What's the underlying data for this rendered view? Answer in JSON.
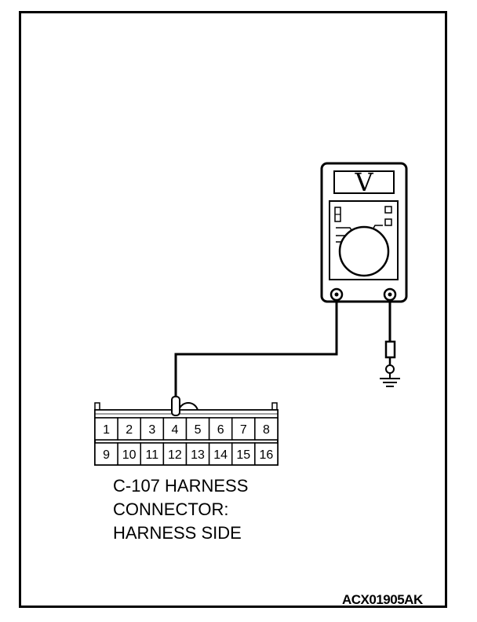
{
  "meter": {
    "display": "V",
    "icon": "voltmeter-icon"
  },
  "connector": {
    "top_row": [
      "1",
      "2",
      "3",
      "4",
      "5",
      "6",
      "7",
      "8"
    ],
    "bottom_row": [
      "9",
      "10",
      "11",
      "12",
      "13",
      "14",
      "15",
      "16"
    ],
    "probe_pin": "4"
  },
  "caption": {
    "line1": "C-107 HARNESS",
    "line2": "CONNECTOR:",
    "line3": "HARNESS SIDE"
  },
  "figure_id": "ACX01905AK",
  "ground_icon": "ground-symbol-icon"
}
